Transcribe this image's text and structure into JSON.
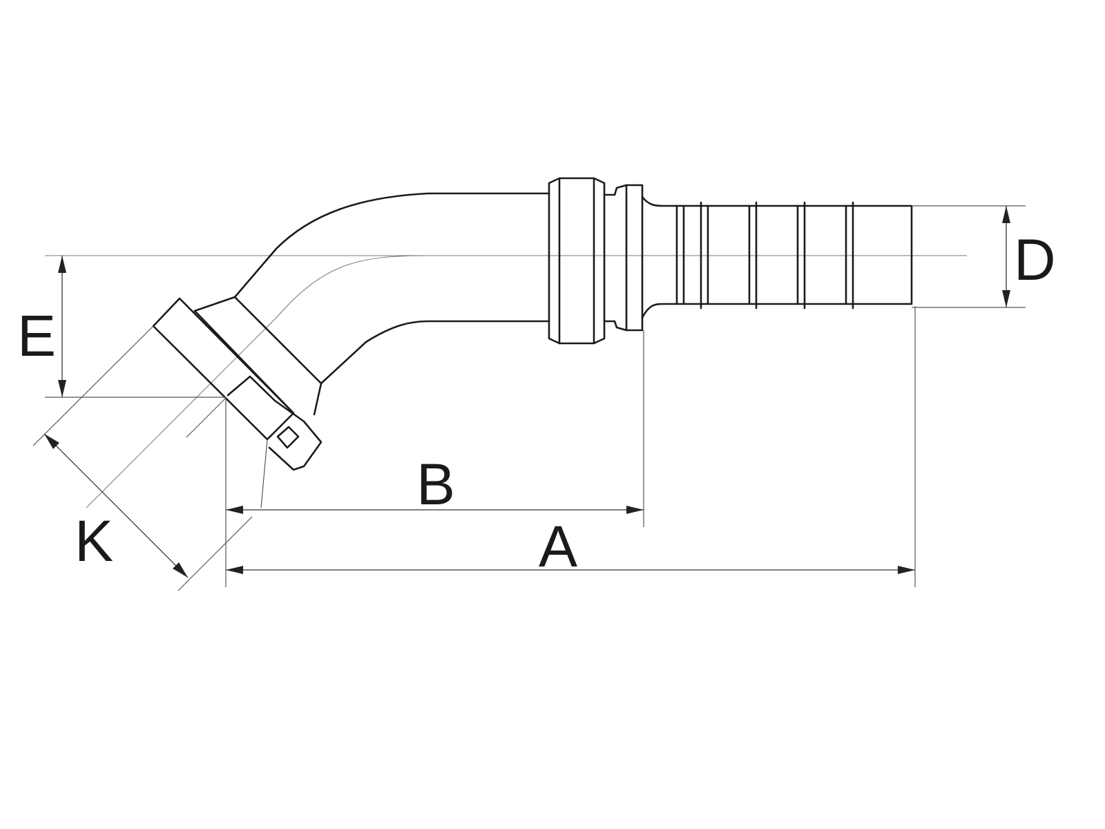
{
  "dimensions": {
    "A": "A",
    "B": "B",
    "D": "D",
    "E": "E",
    "K": "K"
  },
  "colors": {
    "line": "#1a1a1a",
    "background": "#ffffff"
  }
}
